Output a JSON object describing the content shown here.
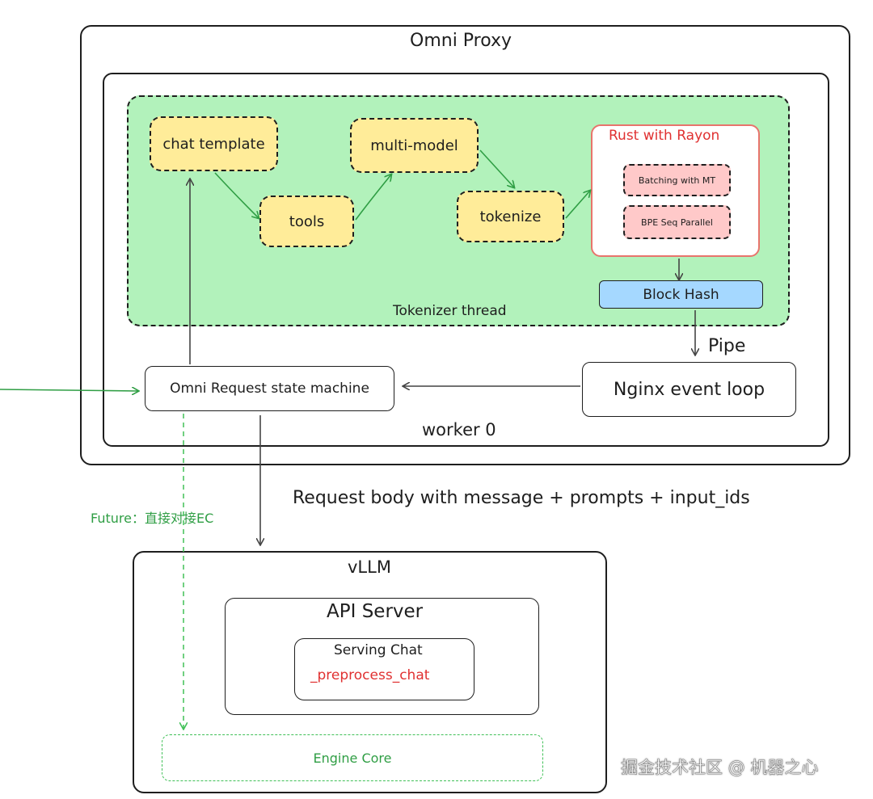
{
  "proxy": {
    "title": "Omni Proxy"
  },
  "worker": {
    "label": "worker 0"
  },
  "tokenizer_thread": {
    "label": "Tokenizer thread",
    "steps": {
      "chat_template": "chat template",
      "tools": "tools",
      "multi_model": "multi-model",
      "tokenize": "tokenize"
    }
  },
  "rust": {
    "title": "Rust with Rayon",
    "batching": "Batching with MT",
    "bpe": "BPE Seq Parallel"
  },
  "block_hash": "Block Hash",
  "pipe": "Pipe",
  "state_machine": "Omni Request state machine",
  "nginx": "Nginx event loop",
  "request_body": "Request body with message + prompts + input_ids",
  "future": "Future：直接对接EC",
  "vllm": {
    "title": "vLLM",
    "api_server": "API Server",
    "serving_chat": "Serving Chat",
    "preprocess": "_preprocess_chat",
    "engine_core": "Engine Core"
  },
  "watermark": "掘金技术社区 @ 机器之心",
  "colors": {
    "tokenizer_bg": "#b2f2bb",
    "step_bg": "#ffec99",
    "rust_border": "#e8746c",
    "rust_text": "#e03131",
    "pink": "#ffc9c9",
    "block_hash_bg": "#a5d8ff",
    "flow_arrow": "#2f9e44",
    "preprocess_text": "#e03131"
  }
}
